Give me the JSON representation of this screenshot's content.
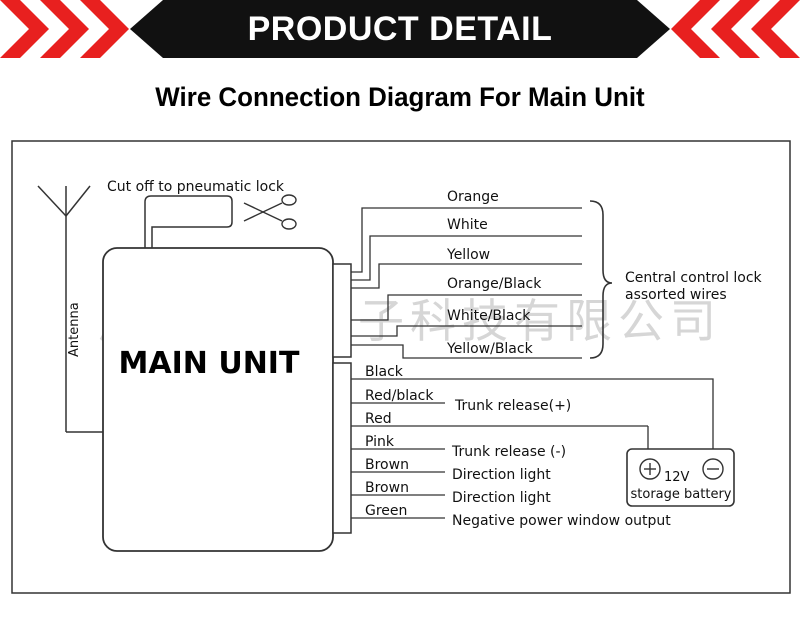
{
  "banner": {
    "title": "PRODUCT DETAIL",
    "accent_color": "#e8201f",
    "bar_color": "#111111"
  },
  "subtitle": "Wire Connection Diagram For Main Unit",
  "watermark": "广州车樽电子科技有限公司",
  "main_unit": {
    "label": "MAIN UNIT"
  },
  "antenna": {
    "label": "Antenna"
  },
  "pneumatic": {
    "label": "Cut off to pneumatic lock"
  },
  "lock_wires": {
    "items": [
      "Orange",
      "White",
      "Yellow",
      "Orange/Black",
      "White/Black",
      "Yellow/Black"
    ],
    "group_label_line1": "Central control lock",
    "group_label_line2": "assorted wires"
  },
  "lower_wires": {
    "items": [
      "Black",
      "Red/black",
      "Red",
      "Pink",
      "Brown",
      "Brown",
      "Green"
    ]
  },
  "functions": {
    "trunk_plus": "Trunk release(+)",
    "trunk_minus": "Trunk release (-)",
    "direction1": "Direction light",
    "direction2": "Direction light",
    "negative_window": "Negative power window output"
  },
  "battery": {
    "voltage": "12V",
    "label": "storage battery"
  }
}
